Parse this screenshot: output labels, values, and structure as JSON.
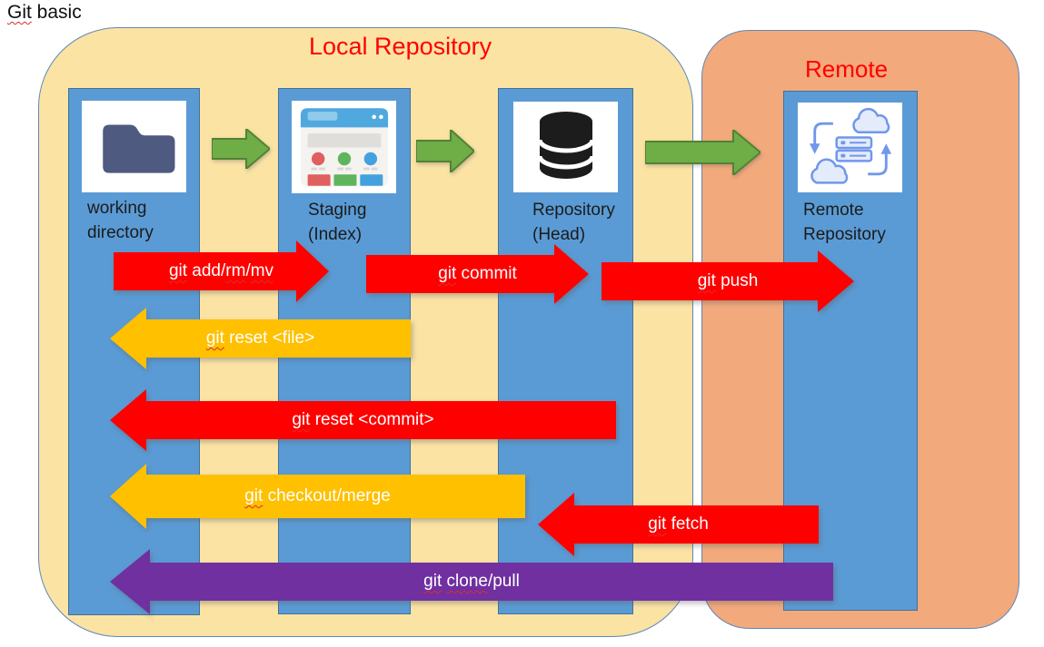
{
  "slide": {
    "title": "Git basic",
    "title_segments": [
      {
        "t": "Git",
        "sq": true
      },
      {
        "t": " basic"
      }
    ]
  },
  "groups": {
    "local": {
      "title": "Local Repository"
    },
    "remote": {
      "title": "Remote"
    }
  },
  "columns": [
    {
      "name": "working-directory",
      "label_lines": [
        "working",
        "directory"
      ],
      "icon": "folder-icon"
    },
    {
      "name": "staging",
      "label_lines": [
        "Staging",
        "(Index)"
      ],
      "icon": "browser-window-icon"
    },
    {
      "name": "repository",
      "label_lines": [
        "Repository",
        "(Head)"
      ],
      "icon": "database-icon"
    },
    {
      "name": "remote-repository",
      "label_lines": [
        "Remote",
        "Repository"
      ],
      "icon": "cloud-sync-icon"
    }
  ],
  "flow_arrows": [
    {
      "name": "working-to-staging"
    },
    {
      "name": "staging-to-repository"
    },
    {
      "name": "repository-to-remote"
    }
  ],
  "command_arrows": [
    {
      "label": "git add/rm/mv",
      "direction": "right",
      "color": "#FF0000",
      "segments": [
        {
          "t": "git",
          "sq": true
        },
        {
          "t": " add/"
        },
        {
          "t": "rm",
          "sq": true
        },
        {
          "t": "/"
        },
        {
          "t": "mv",
          "sq": true
        }
      ]
    },
    {
      "label": "git commit",
      "direction": "right",
      "color": "#FF0000",
      "segments": [
        {
          "t": "git",
          "sq": true
        },
        {
          "t": " commit"
        }
      ]
    },
    {
      "label": "git push",
      "direction": "right",
      "color": "#FF0000",
      "segments": [
        {
          "t": "git",
          "sq": true
        },
        {
          "t": " push"
        }
      ]
    },
    {
      "label": "git reset <file>",
      "direction": "left",
      "color": "#FFC000",
      "segments": [
        {
          "t": "git",
          "sq": true
        },
        {
          "t": " reset <file>"
        }
      ]
    },
    {
      "label": "git reset <commit>",
      "direction": "left",
      "color": "#FF0000",
      "segments": [
        {
          "t": "git",
          "sq": true
        },
        {
          "t": " reset <commit>"
        }
      ]
    },
    {
      "label": "git checkout/merge",
      "direction": "left",
      "color": "#FFC000",
      "segments": [
        {
          "t": "git",
          "sq": true
        },
        {
          "t": " checkout/merge"
        }
      ]
    },
    {
      "label": "git fetch",
      "direction": "left",
      "color": "#FF0000",
      "segments": [
        {
          "t": "git",
          "sq": true
        },
        {
          "t": " fetch"
        }
      ]
    },
    {
      "label": "git clone/pull",
      "direction": "left",
      "color": "#7030A0",
      "segments": [
        {
          "t": "git",
          "sq": true
        },
        {
          "t": " "
        },
        {
          "t": "clone",
          "sq": true
        },
        {
          "t": "/pull"
        }
      ]
    }
  ],
  "colors": {
    "group_title": "#FF0000",
    "local_bg": "#FBE3A4",
    "remote_bg": "#F2A97C",
    "column_blue": "#5B9BD5",
    "column_border": "#41719C",
    "flow_green": "#6FAD47",
    "flow_green_border": "#538135",
    "command_red": "#FF0000",
    "command_amber": "#FFC000",
    "command_purple": "#7030A0",
    "arrow_text": "#FFFFFF",
    "label_text": "#1B1B1B",
    "squiggle": "#E02B2B"
  }
}
